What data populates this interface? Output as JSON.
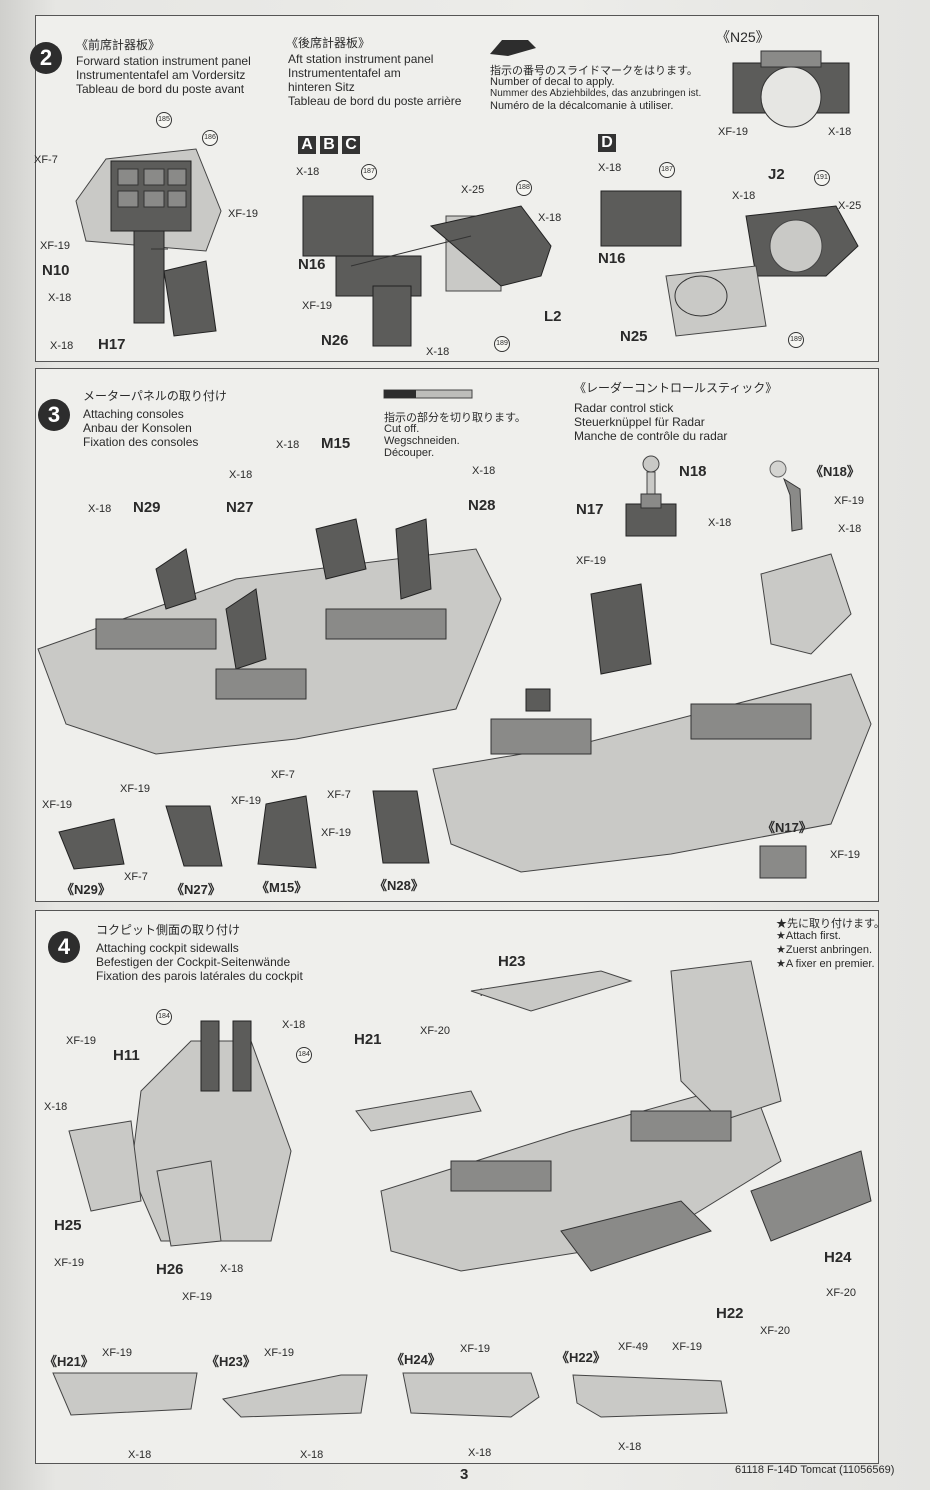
{
  "step2": {
    "number": "2",
    "front_jp": "《前席計器板》",
    "front_en": "Forward station instrument panel",
    "front_de": "Instrumententafel am Vordersitz",
    "front_fr": "Tableau de bord du poste avant",
    "rear_jp": "《後席計器板》",
    "rear_en": "Aft station instrument panel",
    "rear_de1": "Instrumententafel am",
    "rear_de2": "hinteren Sitz",
    "rear_fr": "Tableau de bord du poste arrière",
    "decal_jp": "指示の番号のスライドマークをはります。",
    "decal_en": "Number of decal to apply.",
    "decal_de": "Nummer des Abziehbildes, das anzubringen ist.",
    "decal_fr": "Numéro de la décalcomanie à utiliser.",
    "n25_label": "《N25》",
    "variants_abc": [
      "A",
      "B",
      "C"
    ],
    "variant_d": "D",
    "labels": {
      "n10": "N10",
      "h17": "H17",
      "n16a": "N16",
      "n26": "N26",
      "l2": "L2",
      "n16b": "N16",
      "j2": "J2",
      "n25": "N25"
    },
    "decals": [
      "185",
      "186",
      "187",
      "188",
      "189",
      "187",
      "191",
      "189"
    ],
    "paints": {
      "xf7": "XF-7",
      "xf19": "XF-19",
      "x18": "X-18",
      "x25": "X-25"
    }
  },
  "step3": {
    "number": "3",
    "title_jp": "メーターパネルの取り付け",
    "title_en": "Attaching consoles",
    "title_de": "Anbau der Konsolen",
    "title_fr": "Fixation des consoles",
    "cut_jp": "指示の部分を切り取ります。",
    "cut_en": "Cut off.",
    "cut_de": "Wegschneiden.",
    "cut_fr": "Découper.",
    "radar_jp": "《レーダーコントロールスティック》",
    "radar_en": "Radar control stick",
    "radar_de": "Steuerknüppel für Radar",
    "radar_fr": "Manche de contrôle du radar",
    "labels": {
      "m15": "M15",
      "n29": "N29",
      "n27": "N27",
      "n28": "N28",
      "n18": "N18",
      "n17": "N17",
      "n18b": "《N18》",
      "n17b": "《N17》",
      "n29b": "《N29》",
      "n27b": "《N27》",
      "m15b": "《M15》",
      "n28b": "《N28》"
    },
    "paints": {
      "x18": "X-18",
      "xf19": "XF-19",
      "xf7": "XF-7"
    }
  },
  "step4": {
    "number": "4",
    "title_jp": "コクピット側面の取り付け",
    "title_en": "Attaching cockpit sidewalls",
    "title_de": "Befestigen der Cockpit-Seitenwände",
    "title_fr": "Fixation des parois latérales du cockpit",
    "first_jp": "★先に取り付けます。",
    "first_en": "★Attach first.",
    "first_de": "★Zuerst anbringen.",
    "first_fr": "★A fixer en premier.",
    "labels": {
      "h11": "H11",
      "h25": "H25",
      "h26": "H26",
      "h21": "H21",
      "h23": "H23",
      "h24": "H24",
      "h22": "H22",
      "h21b": "《H21》",
      "h23b": "《H23》",
      "h24b": "《H24》",
      "h22b": "《H22》"
    },
    "decals": [
      "184",
      "184"
    ],
    "paints": {
      "x18": "X-18",
      "xf19": "XF-19",
      "xf20": "XF-20",
      "xf49": "XF-49"
    }
  },
  "footer": {
    "page": "3",
    "product": "61118 F-14D Tomcat (11056569)"
  }
}
